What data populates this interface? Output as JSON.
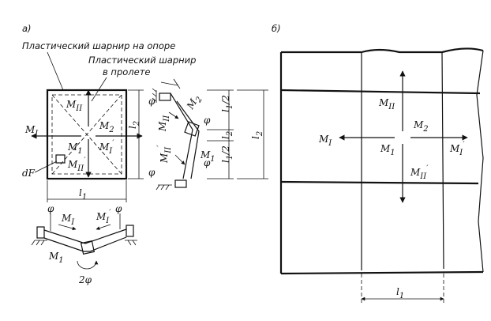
{
  "figure_a": {
    "panel_label": "а)",
    "caption_support_hinge": "Пластический шарнир на опоре",
    "caption_span_hinge_line1": "Пластический шарнир",
    "caption_span_hinge_line2": "в пролете",
    "labels": {
      "M_II_top": "M",
      "M_II_top_sub": "II",
      "M_2": "M",
      "M_2_sub": "2",
      "M_I_left": "M",
      "M_I_left_sub": "I",
      "M_1": "M",
      "M_1_sub": "1",
      "M_I_prime": "M",
      "M_I_prime_sub": "I",
      "prime": "′",
      "M_II_prime": "M",
      "M_II_prime_sub": "II",
      "dF": "dF",
      "l1": "l",
      "l1_sub": "1",
      "l2": "l",
      "l2_sub": "2",
      "phi": "φ",
      "two_phi": "2φ",
      "half_l1": "l",
      "half_l1_sub": "1",
      "slash2": "/2"
    }
  },
  "figure_b": {
    "panel_label": "б)",
    "labels": {
      "M_II": "M",
      "M_II_sub": "II",
      "M_2": "M",
      "M_2_sub": "2",
      "M_I": "M",
      "M_I_sub": "I",
      "M_1": "M",
      "M_1_sub": "1",
      "M_I_prime": "M",
      "M_I_prime_sub": "I",
      "M_II_prime": "M",
      "M_II_prime_sub": "II",
      "prime": "′",
      "l2": "l",
      "l2_sub": "2",
      "l1": "l",
      "l1_sub": "1"
    }
  }
}
